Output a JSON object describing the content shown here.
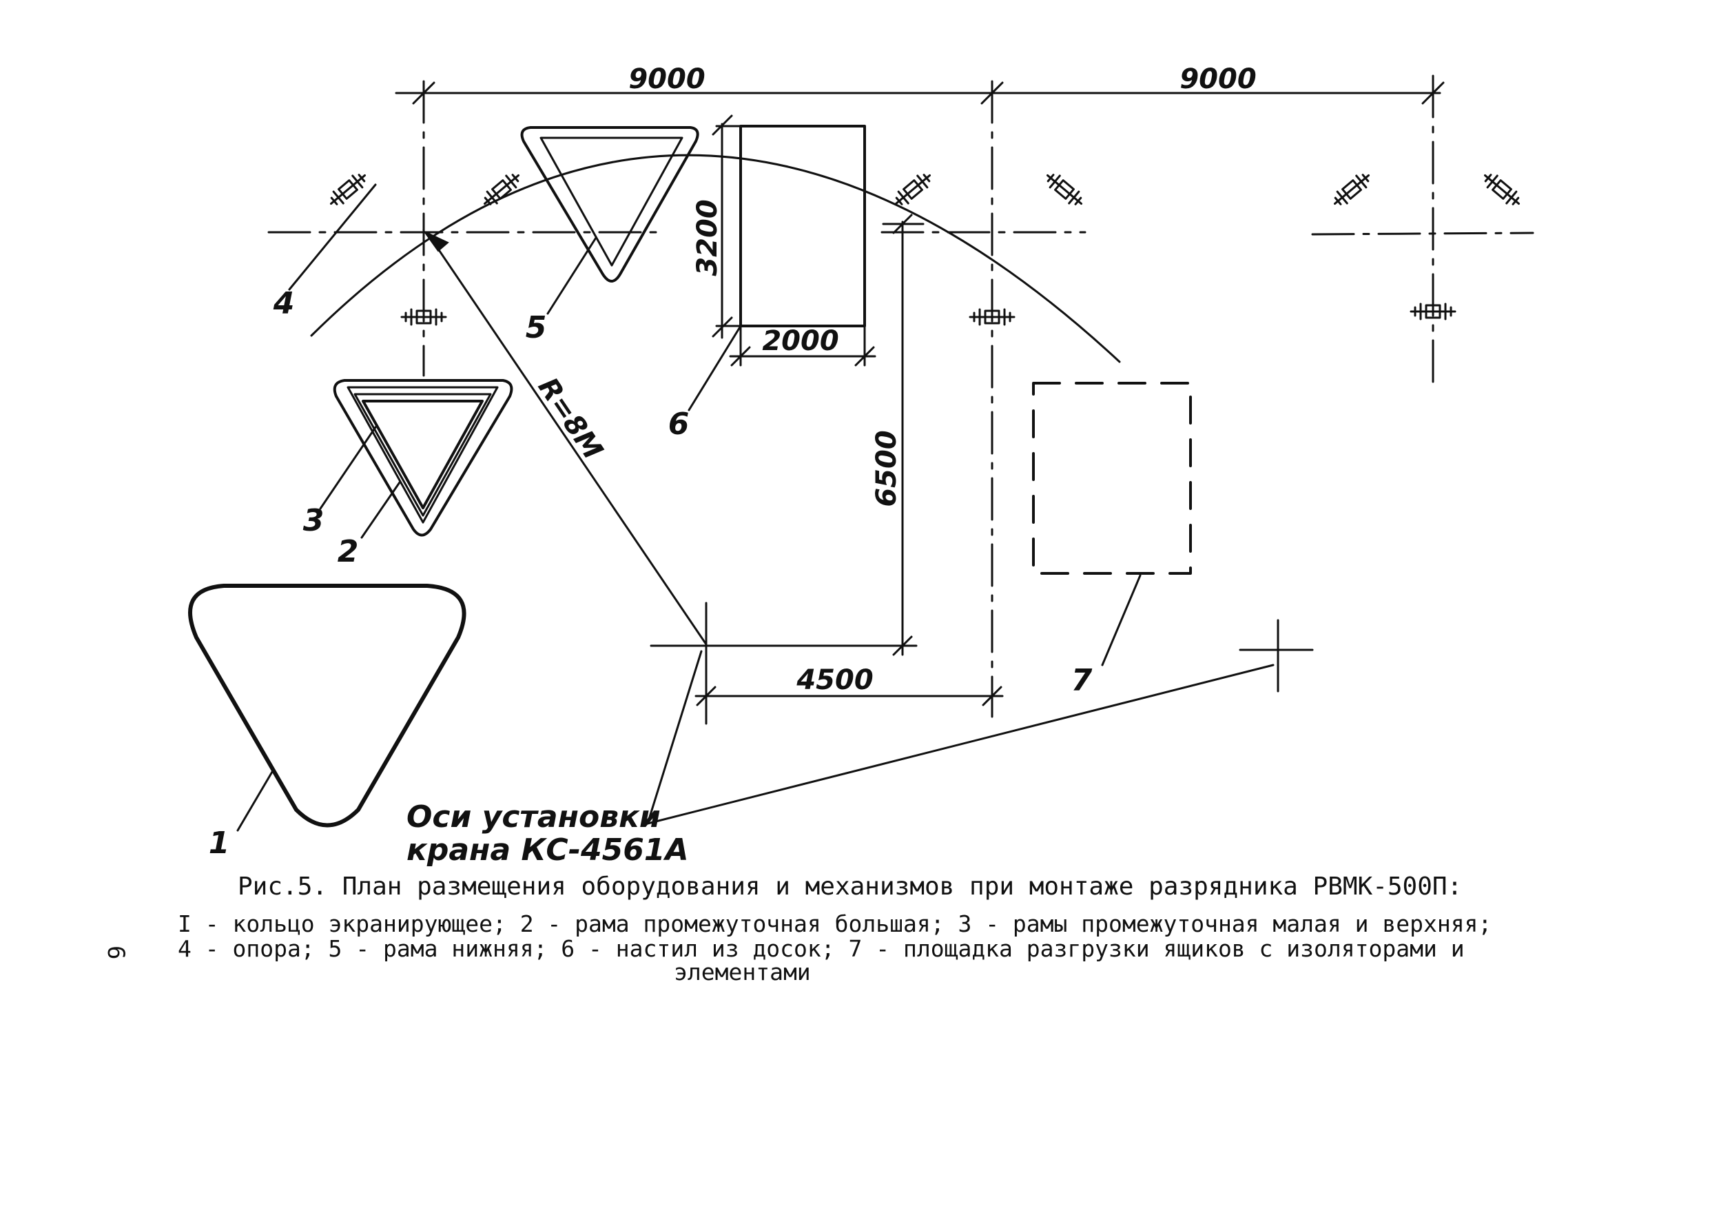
{
  "dimensions": {
    "top_left": "9000",
    "top_right": "9000",
    "deck_height": "3200",
    "deck_width": "2000",
    "vertical": "6500",
    "bottom": "4500"
  },
  "radius_label": "R=8M",
  "callouts": {
    "c1": "1",
    "c2": "2",
    "c3": "3",
    "c4": "4",
    "c5": "5",
    "c6": "6",
    "c7": "7"
  },
  "crane_note": {
    "line1": "Оси установки",
    "line2": "крана КС-4561А"
  },
  "caption": {
    "title": "Рис.5. План размещения оборудования и механизмов при монтаже разрядника РВМК-500П:",
    "line1": "I - кольцо экранирующее; 2 - рама промежуточная большая; 3 - рамы промежуточная малая и верхняя;",
    "line2": "4 - опора; 5 - рама нижняя; 6 - настил из досок; 7 - площадка разгрузки ящиков с изоляторами и",
    "line3": "элементами"
  },
  "page_number": "6"
}
